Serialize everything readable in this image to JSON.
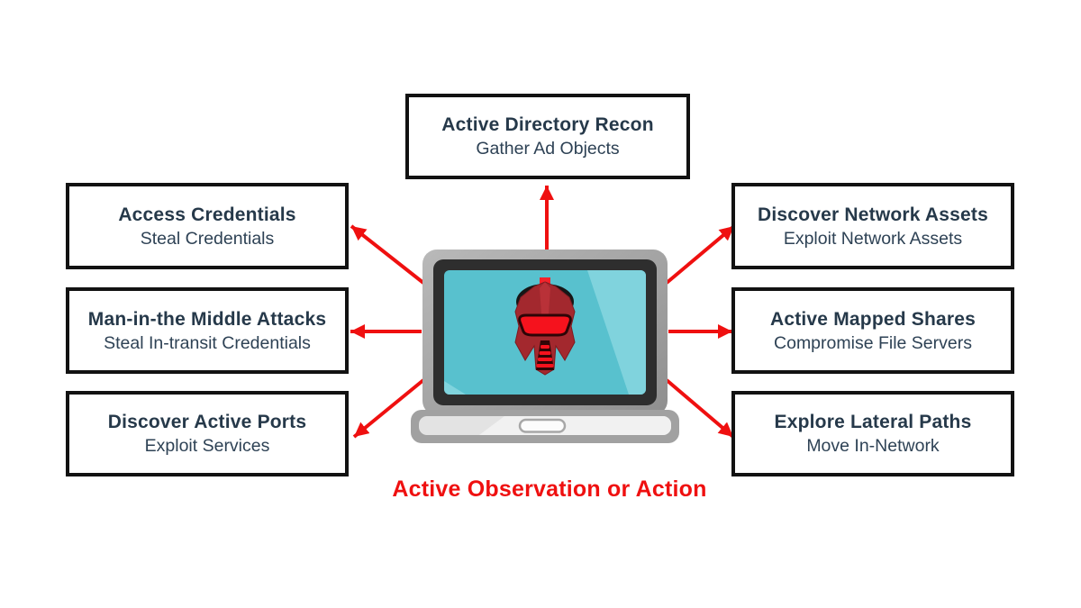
{
  "diagram": {
    "caption": "Active Observation or Action",
    "center_icon": "laptop-robot-face-icon",
    "colors": {
      "arrow_red": "#ef1010",
      "caption_red": "#ef1010",
      "box_border": "#121212",
      "box_text": "#26394a",
      "screen_teal": "#58c1ce",
      "screen_teal_light": "#80d3dd",
      "helmet_dark_red": "#a3282e",
      "visor_bright_red": "#f5121d",
      "laptop_frame_gray": "#a7a7a7",
      "bezel_dark": "#2e2e2e"
    },
    "nodes": {
      "top": {
        "title": "Active Directory Recon",
        "subtitle": "Gather Ad Objects"
      },
      "left": [
        {
          "title": "Access Credentials",
          "subtitle": "Steal Credentials"
        },
        {
          "title": "Man-in-the Middle Attacks",
          "subtitle": "Steal In-transit Credentials"
        },
        {
          "title": "Discover Active Ports",
          "subtitle": "Exploit Services"
        }
      ],
      "right": [
        {
          "title": "Discover Network Assets",
          "subtitle": "Exploit Network Assets"
        },
        {
          "title": "Active Mapped Shares",
          "subtitle": "Compromise File Servers"
        },
        {
          "title": "Explore Lateral Paths",
          "subtitle": "Move In-Network"
        }
      ]
    }
  }
}
